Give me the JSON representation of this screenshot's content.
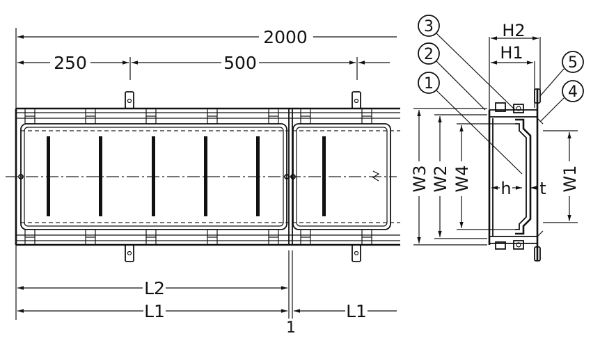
{
  "dimensions": {
    "total_length": "2000",
    "first_segment": "250",
    "segment_pitch": "500",
    "length_l2": "L2",
    "length_l1_left": "L1",
    "length_l1_right": "L1",
    "gap_label": "1"
  },
  "section_labels": {
    "h2": "H2",
    "h1": "H1",
    "w3": "W3",
    "w2": "W2",
    "w4": "W4",
    "w1": "W1",
    "h": "h",
    "t": "t"
  },
  "callouts": [
    "3",
    "2",
    "1",
    "5",
    "4"
  ]
}
